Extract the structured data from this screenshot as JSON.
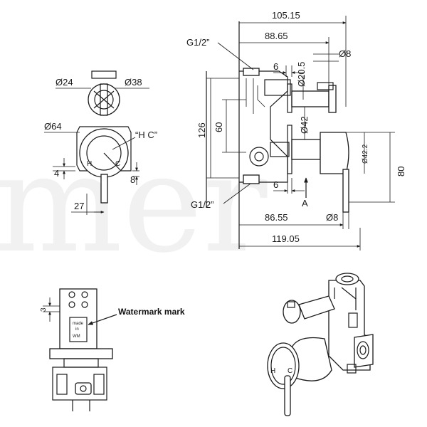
{
  "watermark": {
    "text": "mer"
  },
  "top_view": {
    "dia_24": "Ø24",
    "dia_38": "Ø38",
    "dia_64": "Ø64",
    "hc_label": "“H C”",
    "dim_4": "4",
    "dim_8": "8",
    "dim_27": "27",
    "letter_h": "H",
    "letter_c": "C"
  },
  "side_view": {
    "dim_105_15": "105.15",
    "dim_88_65": "88.65",
    "thread_top": "G1/2”",
    "dia_8_top": "Ø8",
    "dim_6_top": "6",
    "dia_20_5": "Ø20.5",
    "dim_126": "126",
    "dim_60": "60",
    "dia_42_a": "Ø42",
    "dia_42_2": "Ø42.2",
    "dim_80": "80",
    "dim_6_bottom": "6",
    "arrow_label": "A",
    "thread_bottom": "G1/2”",
    "dim_86_55": "86.55",
    "dia_8_bottom": "Ø8",
    "dim_119_05": "119.05"
  },
  "front_view": {
    "dim_3": "3",
    "watermark_label": "Watermark mark",
    "stamp_lines": [
      "made",
      "in",
      "WM"
    ]
  },
  "iso_view": {
    "letter_h": "H",
    "letter_c": "C"
  }
}
